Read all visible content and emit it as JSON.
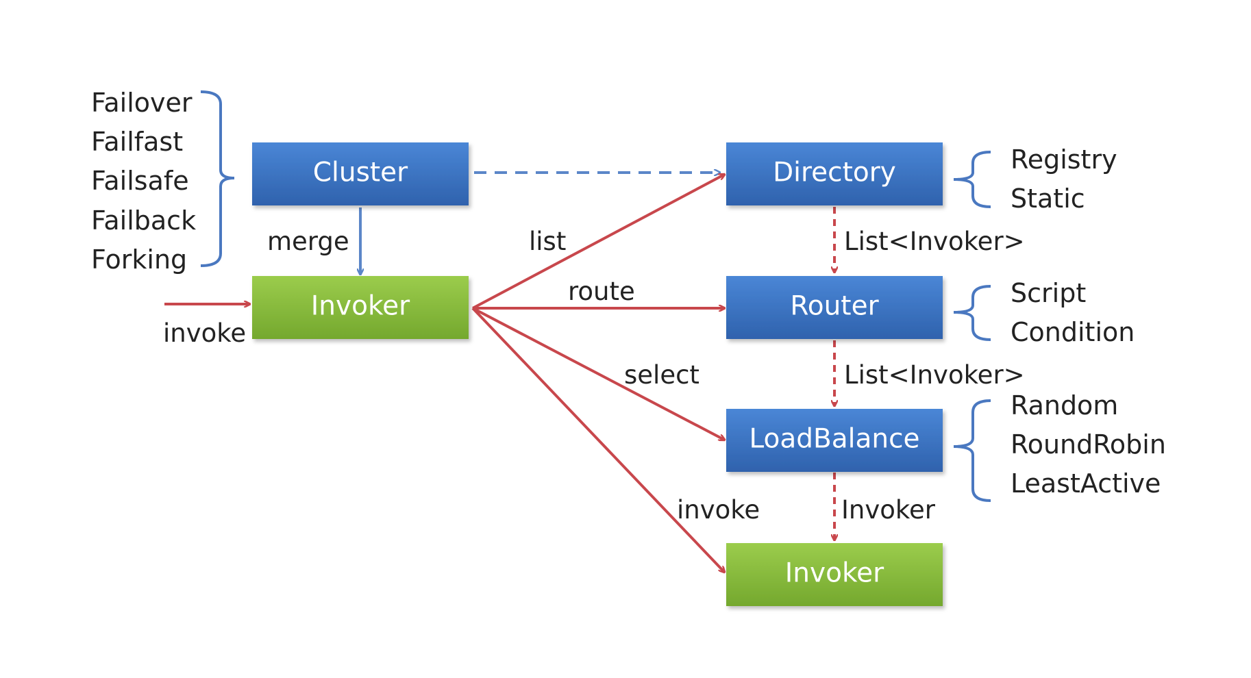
{
  "colors": {
    "blue_box": "#3a74c4",
    "green_box": "#8cc040",
    "red_arrow": "#c8474c",
    "blue_arrow": "#5b86c8",
    "bracket": "#4a78c0",
    "text": "#222222"
  },
  "nodes": {
    "cluster": "Cluster",
    "invoker_main": "Invoker",
    "directory": "Directory",
    "router": "Router",
    "loadbalance": "LoadBalance",
    "invoker_final": "Invoker"
  },
  "edges": {
    "merge": "merge",
    "invoke_in": "invoke",
    "list": "list",
    "route": "route",
    "select": "select",
    "invoke_out": "invoke",
    "dir_to_router": "List<Invoker>",
    "router_to_lb": "List<Invoker>",
    "lb_to_invoker": "Invoker"
  },
  "cluster_options": [
    "Failover",
    "Failfast",
    "Failsafe",
    "Failback",
    "Forking"
  ],
  "directory_options": [
    "Registry",
    "Static"
  ],
  "router_options": [
    "Script",
    "Condition"
  ],
  "loadbalance_options": [
    "Random",
    "RoundRobin",
    "LeastActive"
  ]
}
